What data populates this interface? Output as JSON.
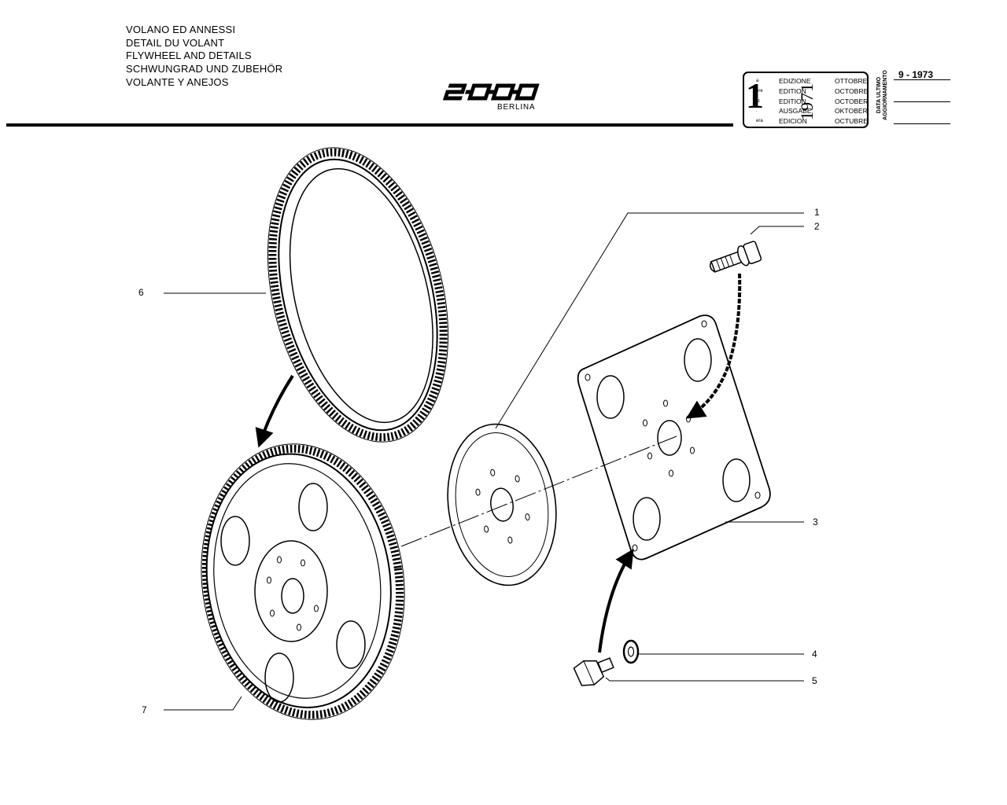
{
  "title_lines": [
    "VOLANO ED ANNESSI",
    "DETAIL DU VOLANT",
    "FLYWHEEL AND DETAILS",
    "SCHWUNGRAD UND ZUBEHÖR",
    "VOLANTE Y ANEJOS"
  ],
  "model": {
    "logo_text": "2000",
    "subtitle": "BERLINA"
  },
  "edition": {
    "number": "1",
    "superscripts": [
      "a",
      "ere",
      "st",
      ".",
      "era"
    ],
    "words": [
      "EDIZIONE",
      "EDITION",
      "EDITION",
      "AUSGABE",
      "EDICION"
    ],
    "months": [
      "OTTOBRE",
      "OCTOBRE",
      "OCTOBER",
      "OKTOBER",
      "OCTUBRE"
    ],
    "year": "1971"
  },
  "last_update": {
    "label_line1": "DATA ULTIMO",
    "label_line2": "AGGIORNAMENTO",
    "date": "9 - 1973"
  },
  "callouts": [
    "1",
    "2",
    "3",
    "4",
    "5",
    "6",
    "7"
  ]
}
